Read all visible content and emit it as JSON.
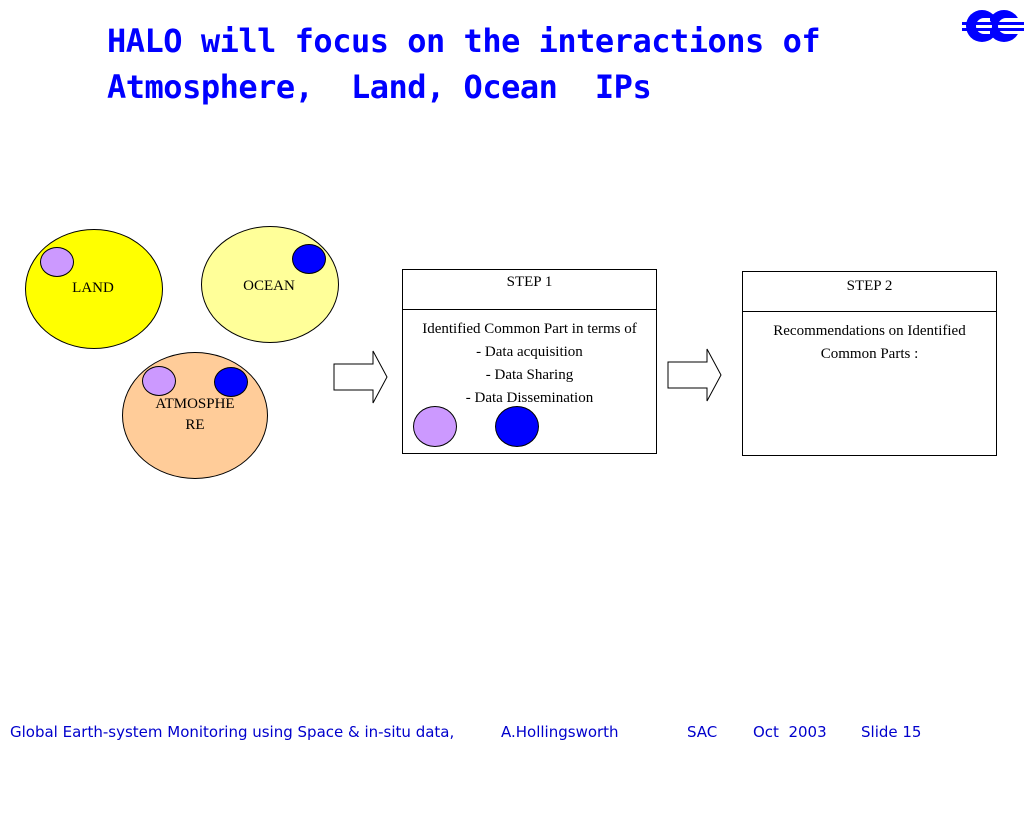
{
  "slide": {
    "title_line1": "HALO will focus on the interactions of",
    "title_line2": "Atmosphere,  Land, Ocean  IPs"
  },
  "colors": {
    "title": "#0000ff",
    "land_fill": "#ffff00",
    "ocean_fill": "#ffff99",
    "atmosphere_fill": "#ffcc99",
    "purple_dot": "#cc99ff",
    "blue_dot": "#0000ff",
    "footer_text": "#0000cc"
  },
  "nodes": {
    "land": "LAND",
    "ocean": "OCEAN",
    "atmosphere_line1": "ATMOSPHE",
    "atmosphere_line2": "RE"
  },
  "step1": {
    "header": "STEP 1",
    "lines": [
      "Identified Common Part in terms of",
      "- Data acquisition",
      "- Data Sharing",
      "- Data Dissemination"
    ]
  },
  "step2": {
    "header": "STEP 2",
    "lines": [
      "Recommendations on Identified",
      "Common Parts :"
    ]
  },
  "footer": {
    "project": "Global Earth-system Monitoring using Space & in-situ data,",
    "author": "A.Hollingsworth",
    "org": "SAC",
    "date": "Oct  2003",
    "slide": "Slide 15"
  },
  "icons": [
    "ecmwf-logo-icon",
    "right-arrow-icon"
  ]
}
